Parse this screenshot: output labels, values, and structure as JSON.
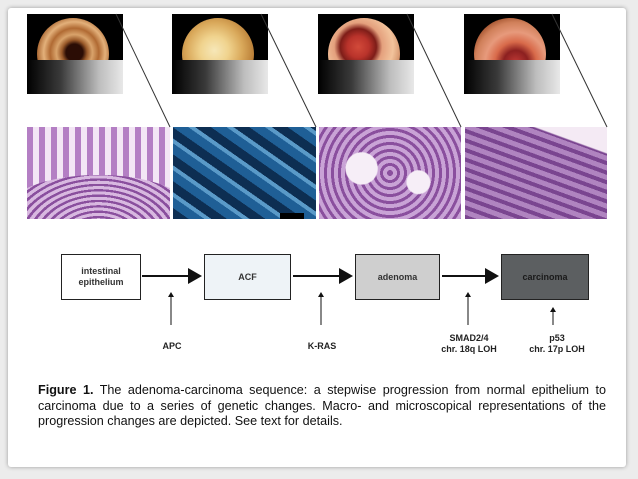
{
  "diagram": {
    "stages": [
      {
        "label": "intestinal\nepithelium",
        "fill": "#ffffff"
      },
      {
        "label": "ACF",
        "fill": "#eef3f7"
      },
      {
        "label": "adenoma",
        "fill": "#cfcfcf"
      },
      {
        "label": "carcinoma",
        "fill": "#5c5f61"
      }
    ],
    "genes": [
      {
        "label": "APC"
      },
      {
        "label": "K-RAS"
      },
      {
        "label": "SMAD2/4\nchr. 18q LOH"
      },
      {
        "label": "p53\nchr. 17p LOH"
      }
    ]
  },
  "caption": {
    "lead": "Figure 1.",
    "text": " The adenoma-carcinoma sequence: a stepwise progression from normal epithelium to carcinoma due to a series of genetic changes. Macro- and microscopical representations of the progression changes are depicted. See text for details."
  },
  "colors": {
    "arrow": "#111111",
    "histology_purple": "#8a4f9e",
    "histology_blue": "#1f5f96",
    "endoscopy_pink": "#e79a7c",
    "endoscopy_red": "#b9332b"
  }
}
